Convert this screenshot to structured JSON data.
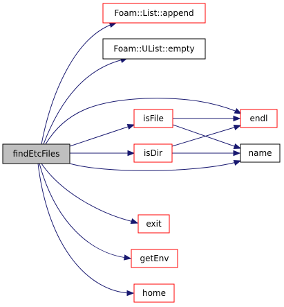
{
  "graph": {
    "nodes": [
      {
        "id": "findEtcFiles",
        "label": "findEtcFiles",
        "fill": "#bfbfbf",
        "border": "#000000"
      },
      {
        "id": "append",
        "label": "Foam::List::append",
        "fill": "#ffffff",
        "border": "#ff0000"
      },
      {
        "id": "empty",
        "label": "Foam::UList::empty",
        "fill": "#ffffff",
        "border": "#000000"
      },
      {
        "id": "isFile",
        "label": "isFile",
        "fill": "#ffffff",
        "border": "#ff0000"
      },
      {
        "id": "isDir",
        "label": "isDir",
        "fill": "#ffffff",
        "border": "#ff0000"
      },
      {
        "id": "endl",
        "label": "endl",
        "fill": "#ffffff",
        "border": "#ff0000"
      },
      {
        "id": "name",
        "label": "name",
        "fill": "#ffffff",
        "border": "#000000"
      },
      {
        "id": "exit",
        "label": "exit",
        "fill": "#ffffff",
        "border": "#ff0000"
      },
      {
        "id": "getEnv",
        "label": "getEnv",
        "fill": "#ffffff",
        "border": "#ff0000"
      },
      {
        "id": "home",
        "label": "home",
        "fill": "#ffffff",
        "border": "#ff0000"
      }
    ],
    "edges": [
      {
        "from": "findEtcFiles",
        "to": "append"
      },
      {
        "from": "findEtcFiles",
        "to": "empty"
      },
      {
        "from": "findEtcFiles",
        "to": "endl"
      },
      {
        "from": "findEtcFiles",
        "to": "isFile"
      },
      {
        "from": "findEtcFiles",
        "to": "isDir"
      },
      {
        "from": "findEtcFiles",
        "to": "name"
      },
      {
        "from": "findEtcFiles",
        "to": "exit"
      },
      {
        "from": "findEtcFiles",
        "to": "getEnv"
      },
      {
        "from": "findEtcFiles",
        "to": "home"
      },
      {
        "from": "isFile",
        "to": "endl"
      },
      {
        "from": "isFile",
        "to": "name"
      },
      {
        "from": "isDir",
        "to": "endl"
      },
      {
        "from": "isDir",
        "to": "name"
      }
    ],
    "edge_color": "#191970"
  }
}
